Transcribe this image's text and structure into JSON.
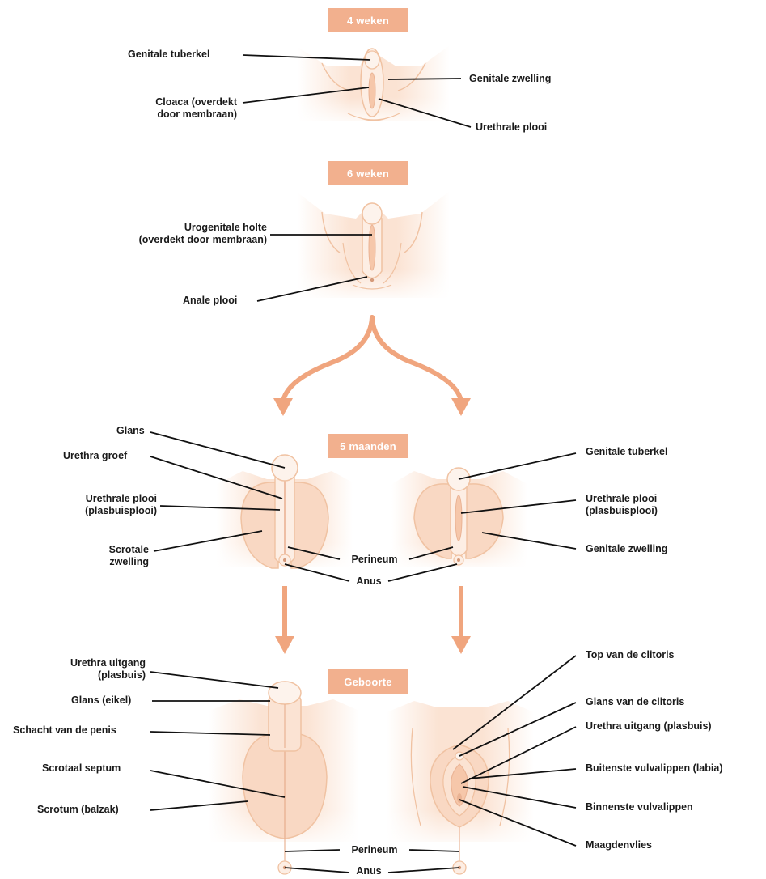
{
  "stages": {
    "week4": "4 weken",
    "week6": "6 weken",
    "month5": "5 maanden",
    "birth": "Geboorte"
  },
  "labels": {
    "w4_genital_tubercle": "Genitale tuberkel",
    "w4_cloaca_1": "Cloaca (overdekt",
    "w4_cloaca_2": "door membraan)",
    "w4_genital_swelling": "Genitale zwelling",
    "w4_urethral_fold": "Urethrale plooi",
    "w6_urogenital_1": "Urogenitale holte",
    "w6_urogenital_2": "(overdekt door membraan)",
    "w6_anal_fold": "Anale plooi",
    "m5_glans": "Glans",
    "m5_urethra_groove": "Urethra groef",
    "m5_urethral_fold_m_1": "Urethrale plooi",
    "m5_urethral_fold_m_2": "(plasbuisplooi)",
    "m5_scrotal_swelling_1": "Scrotale",
    "m5_scrotal_swelling_2": "zwelling",
    "m5_perineum": "Perineum",
    "m5_anus": "Anus",
    "m5_genital_tubercle_f": "Genitale tuberkel",
    "m5_urethral_fold_f_1": "Urethrale plooi",
    "m5_urethral_fold_f_2": "(plasbuisplooi)",
    "m5_genital_swelling_f": "Genitale zwelling",
    "b_urethra_exit_m_1": "Urethra uitgang",
    "b_urethra_exit_m_2": "(plasbuis)",
    "b_glans_m": "Glans (eikel)",
    "b_shaft": "Schacht van de penis",
    "b_scrotal_septum": "Scrotaal septum",
    "b_scrotum": "Scrotum (balzak)",
    "b_perineum": "Perineum",
    "b_anus": "Anus",
    "b_clitoris_top": "Top van de clitoris",
    "b_clitoris_glans": "Glans van de clitoris",
    "b_urethra_exit_f": "Urethra uitgang (plasbuis)",
    "b_outer_labia": "Buitenste vulvalippen (labia)",
    "b_inner_labia": "Binnenste vulvalippen",
    "b_hymen": "Maagdenvlies"
  },
  "colors": {
    "skin": "#fbe3d3",
    "skin_light": "#fdeee4",
    "outline": "#f0c2a2",
    "accent": "#f2b08e",
    "arrow": "#f0a57e",
    "leader": "#111111"
  }
}
